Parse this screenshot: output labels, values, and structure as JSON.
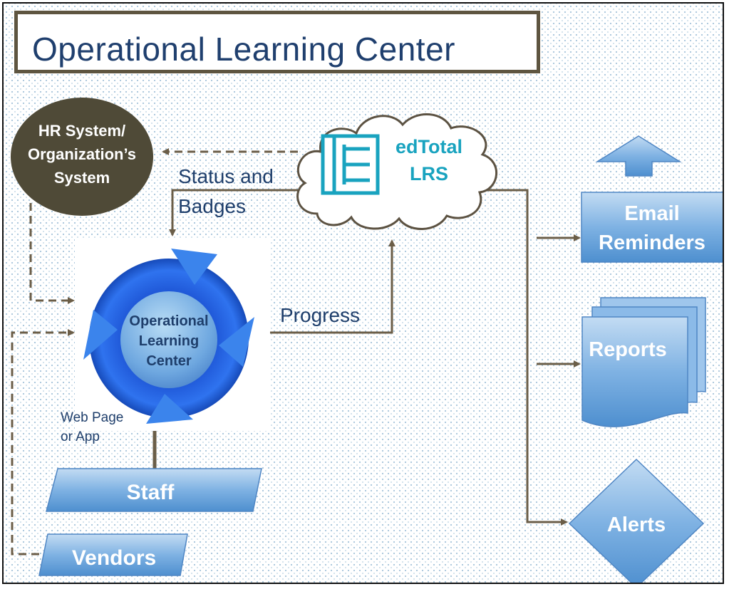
{
  "title": "Operational Learning Center",
  "hr_system": [
    "HR System/",
    "Organization’s",
    "System"
  ],
  "lrs": {
    "line1": "edTotal",
    "line2": "LRS"
  },
  "status_label": [
    "Status and",
    "Badges"
  ],
  "progress_label": "Progress",
  "olc_label": [
    "Operational",
    "Learning",
    "Center"
  ],
  "web_label": [
    "Web Page",
    "or App"
  ],
  "staff": "Staff",
  "vendors": "Vendors",
  "email": [
    "Email",
    "Reminders"
  ],
  "reports": "Reports",
  "alerts": "Alerts",
  "colors": {
    "title_text": "#1f3f6e",
    "hr_fill": "#4f4a37",
    "brand_teal": "#19a3bf",
    "arrow": "#6b5e48",
    "label_text": "#1e3e6b",
    "shape_blue": "#6aa5d9"
  }
}
